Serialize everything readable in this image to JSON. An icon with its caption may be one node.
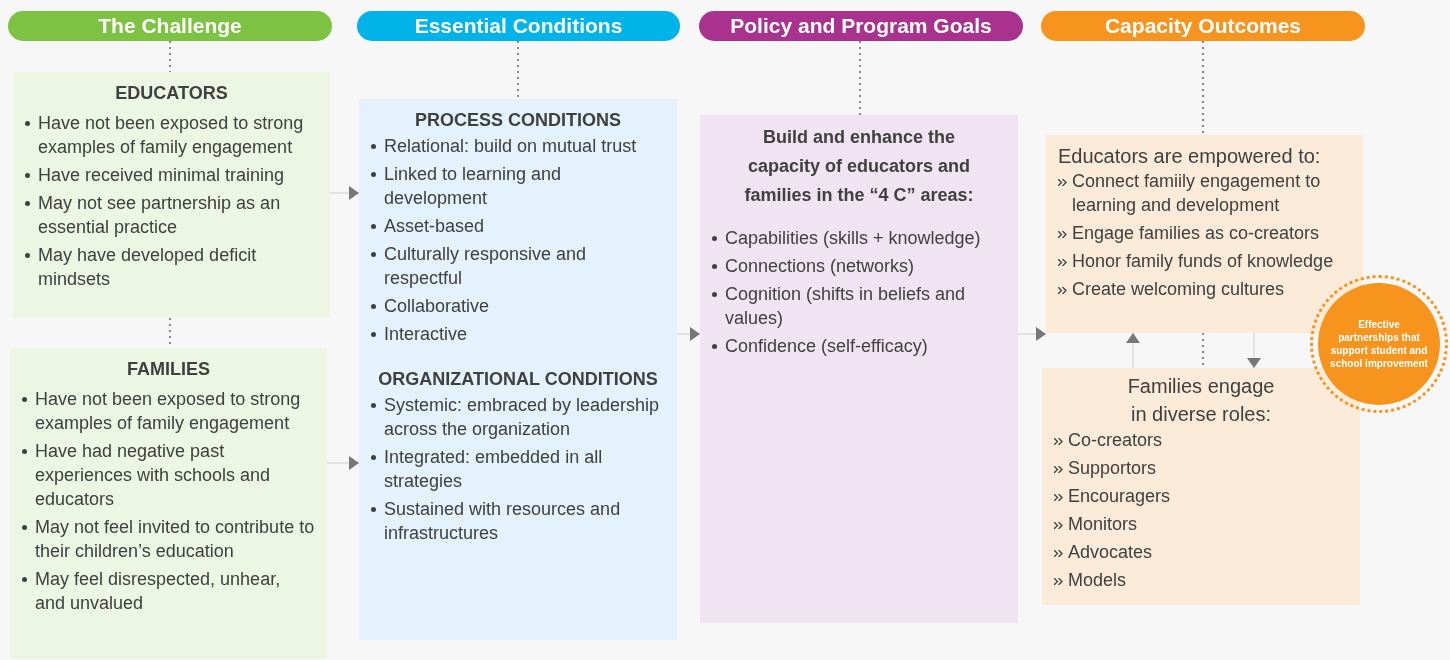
{
  "diagram": {
    "nodes": [
      {
        "text": [
          "The Challenge"
        ]
      },
      {
        "text": [
          "Essential Conditions"
        ]
      },
      {
        "text": [
          "Policy and Program Goals"
        ]
      },
      {
        "text": [
          "Capacity Outcomes"
        ]
      },
      {
        "text": [
          "EDUCATORS",
          "Have not been exposed to strong examples of family engagement",
          "Have received minimal training",
          "May not see partnership as an essential practice",
          "May have developed deficit mindsets"
        ]
      },
      {
        "text": [
          "FAMILIES",
          "Have not been exposed to strong examples of family engagement",
          "Have had negative past experiences with schools and educators",
          "May not feel invited to contribute to their children’s education",
          "May feel disrespected, unhear, and unvalued"
        ]
      },
      {
        "text": [
          "PROCESS CONDITIONS",
          "Relational: build on mutual trust",
          "Linked to learning and development",
          "Asset-based",
          "Culturally responsive and respectful",
          "Collaborative",
          "Interactive",
          "ORGANIZATIONAL CONDITIONS",
          "Systemic: embraced by leadership across the organization",
          "Integrated: embedded in all strategies",
          "Sustained with resources and infrastructures"
        ]
      },
      {
        "text": [
          "Build and enhance the capacity of educators and families in the “4 C” areas:",
          "Capabilities (skills + knowledge)",
          "Connections (networks)",
          "Cognition (shifts in beliefs and values)",
          "Confidence (self-efficacy)"
        ]
      },
      {
        "text": [
          "Educators are empowered to:",
          "Connect famiily engagement to learning and development",
          "Engage families as co-creators",
          "Honor family funds of knowledge",
          "Create welcoming cultures"
        ]
      },
      {
        "text": [
          "Families engage in diverse roles:",
          "Co-creators",
          "Supportors",
          "Encouragers",
          "Monitors",
          "Advocates",
          "Models"
        ]
      },
      {
        "text": [
          "Effective partnerships that support student and school improvement"
        ]
      }
    ],
    "edges": [
      {
        "from": 0,
        "to": 4,
        "arrow": "none",
        "style": "dashed"
      },
      {
        "from": 4,
        "to": 5,
        "arrow": "none",
        "style": "dashed"
      },
      {
        "from": 1,
        "to": 6,
        "arrow": "none",
        "style": "dashed"
      },
      {
        "from": 2,
        "to": 7,
        "arrow": "none",
        "style": "dashed"
      },
      {
        "from": 3,
        "to": 8,
        "arrow": "none",
        "style": "dashed"
      },
      {
        "from": 8,
        "to": 9,
        "arrow": "none",
        "style": "dashed"
      },
      {
        "from": 8,
        "to": 9,
        "arrow": "to"
      },
      {
        "from": 9,
        "to": 8,
        "arrow": "to"
      },
      {
        "from": 4,
        "to": 6,
        "arrow": "to"
      },
      {
        "from": 5,
        "to": 6,
        "arrow": "to"
      },
      {
        "from": 6,
        "to": 7,
        "arrow": "to"
      },
      {
        "from": 7,
        "to": 8,
        "arrow": "to"
      }
    ]
  }
}
